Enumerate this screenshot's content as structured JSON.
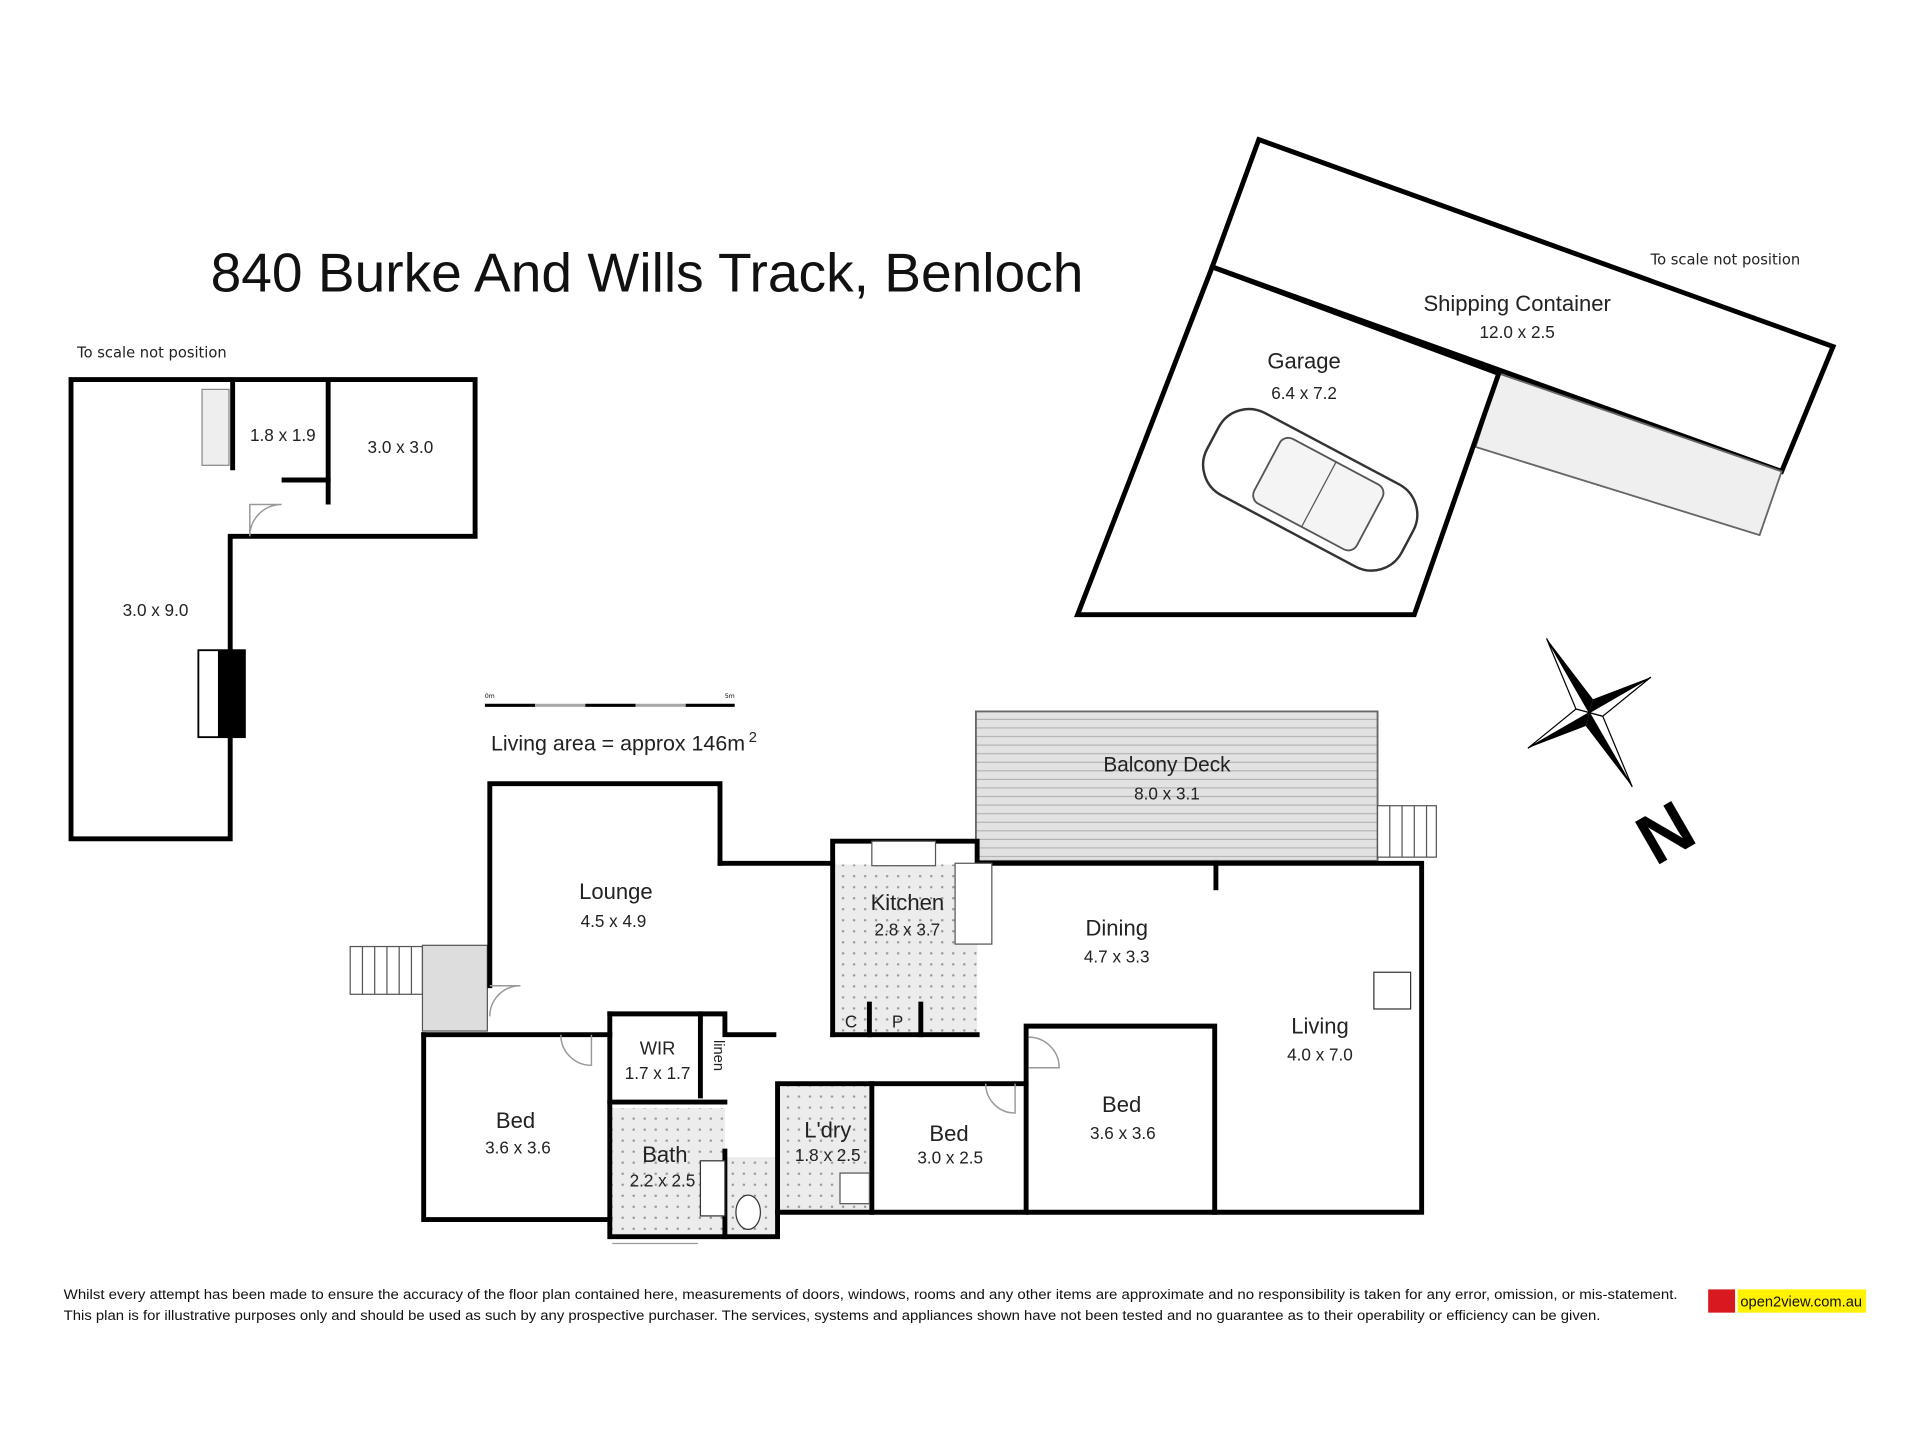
{
  "title": "840 Burke And Wills Track, Benloch",
  "scale_note_left": "To scale not position",
  "scale_note_right": "To scale not position",
  "scale_bar": {
    "start": "0m",
    "end": "5m"
  },
  "living_area": {
    "text": "Living area = approx 146m",
    "sup": "2"
  },
  "annex": [
    {
      "dims": "1.8 x 1.9"
    },
    {
      "dims": "3.0 x 3.0"
    },
    {
      "dims": "3.0 x 9.0"
    }
  ],
  "outbuildings": {
    "container": {
      "name": "Shipping Container",
      "dims": "12.0 x 2.5"
    },
    "garage": {
      "name": "Garage",
      "dims": "6.4 x 7.2"
    }
  },
  "compass": {
    "label": "N"
  },
  "rooms": {
    "balcony": {
      "name": "Balcony Deck",
      "dims": "8.0 x 3.1"
    },
    "lounge": {
      "name": "Lounge",
      "dims": "4.5 x 4.9"
    },
    "kitchen": {
      "name": "Kitchen",
      "dims": "2.8 x 3.7"
    },
    "dining": {
      "name": "Dining",
      "dims": "4.7 x 3.3"
    },
    "living": {
      "name": "Living",
      "dims": "4.0 x 7.0"
    },
    "bed1": {
      "name": "Bed",
      "dims": "3.6 x 3.6"
    },
    "wir": {
      "name": "WIR",
      "dims": "1.7 x 1.7"
    },
    "linen": {
      "name": "linen"
    },
    "bath": {
      "name": "Bath",
      "dims": "2.2 x 2.5"
    },
    "laundry": {
      "name": "L'dry",
      "dims": "1.8 x 2.5"
    },
    "bed2": {
      "name": "Bed",
      "dims": "3.0 x 2.5"
    },
    "bed3": {
      "name": "Bed",
      "dims": "3.6 x 3.6"
    },
    "cupboard": {
      "name": "C"
    },
    "pantry": {
      "name": "P"
    }
  },
  "footer": {
    "line1": "Whilst every attempt has been made to ensure the accuracy of the floor plan contained here, measurements of doors, windows, rooms and any other items are approximate and no responsibility is taken for any error, omission, or mis-statement.",
    "line2": "This plan is for illustrative purposes only and should be used as such by any prospective purchaser. The services, systems and appliances shown have not been tested and no guarantee as to their operability or efficiency can be given.",
    "logo": "open2view.com.au"
  },
  "colors": {
    "wall": "#000000",
    "fill": "#e6e6e6",
    "logo_bg": "#fff200",
    "logo_red": "#d71920"
  }
}
